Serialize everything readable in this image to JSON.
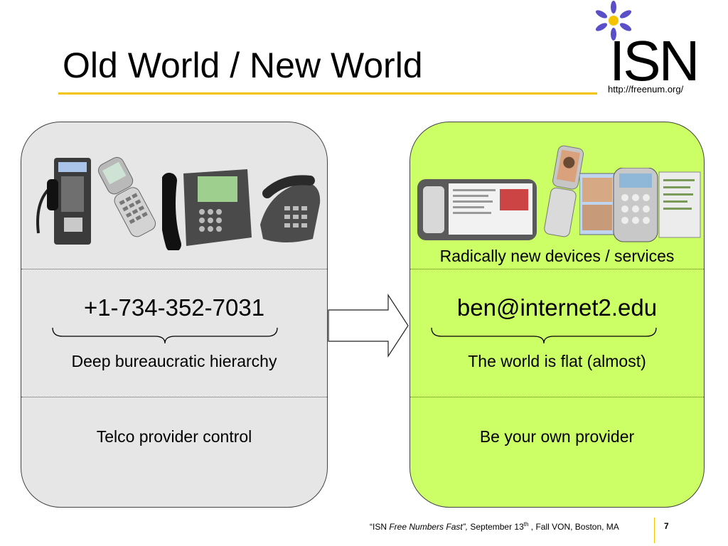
{
  "slide": {
    "title": "Old World / New World"
  },
  "logo": {
    "text": "ISN",
    "url": "http://freenum.org/",
    "flower_colors": {
      "petal": "#5b4fc9",
      "center": "#f5c400"
    }
  },
  "old_world": {
    "number": "+1-734-352-7031",
    "hierarchy": "Deep bureaucratic hierarchy",
    "control": "Telco provider control",
    "background": "#e6e6e6",
    "devices": [
      "payphone-image",
      "flip-phone-image",
      "desk-phone-image",
      "office-phone-image"
    ]
  },
  "new_world": {
    "devices_caption": "Radically new devices / services",
    "address": "ben@internet2.edu",
    "flat": "The world is flat (almost)",
    "provider": "Be your own provider",
    "background": "#ccff66",
    "devices": [
      "tablet-image",
      "video-phone-image",
      "softphone-image"
    ]
  },
  "footer": {
    "quote_open": "“ISN ",
    "quote_italic": "Free Numbers Fast”,",
    "date": " September 13",
    "date_sup": "th",
    "rest": " , Fall VON, Boston, MA",
    "page_number": "7"
  }
}
